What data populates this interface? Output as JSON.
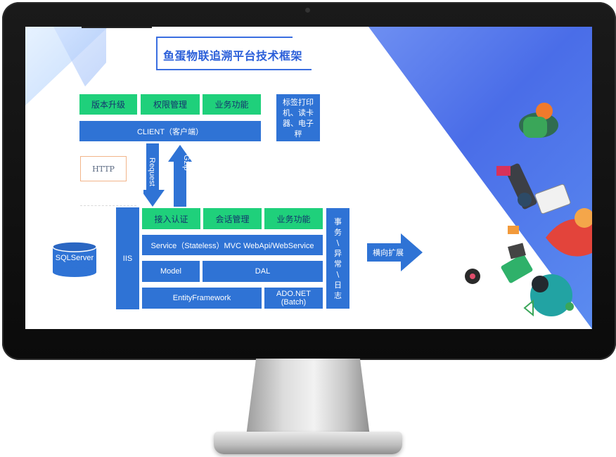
{
  "title": "鱼蛋物联追溯平台技术框架",
  "client_modules": [
    "版本升级",
    "权限管理",
    "业务功能"
  ],
  "client_label": "CLIENT（客户端）",
  "devices_label": "标签打印机、读卡器、电子秤",
  "http_label": "HTTP",
  "request_label": "Request",
  "response_label": "Response Gzip",
  "database_label": "SQLServer",
  "server_label": "IIS",
  "server_modules": [
    "接入认证",
    "会话管理",
    "业务功能"
  ],
  "service_label": "Service（Stateless）MVC WebApi/WebService",
  "model_label": "Model",
  "dal_label": "DAL",
  "ef_label": "EntityFramework",
  "ado_label": "ADO.NET (Batch)",
  "cross_cutting_chars": [
    "事",
    "务",
    "\\",
    "异",
    "常",
    "\\",
    "日",
    "志"
  ],
  "scale_label": "横向扩展",
  "colors": {
    "green": "#1fd07b",
    "blue": "#2f73d5",
    "title": "#2b5fd9"
  }
}
